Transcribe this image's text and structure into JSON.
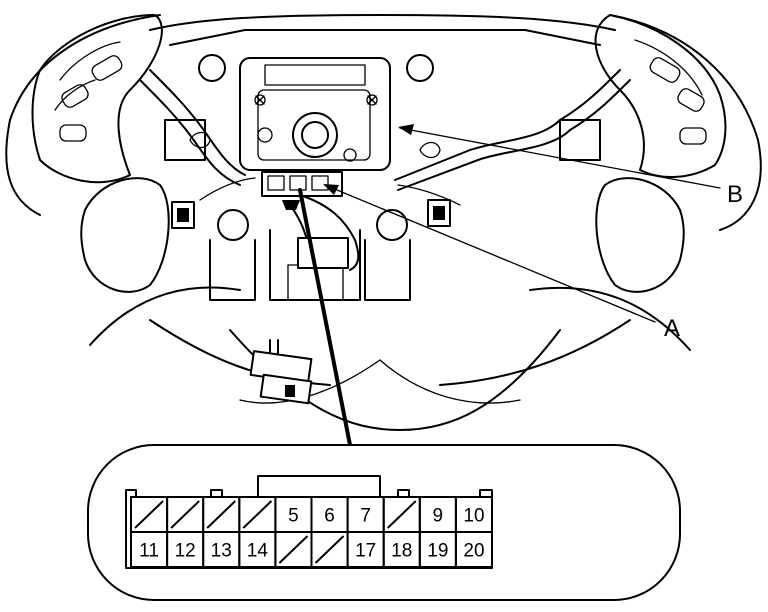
{
  "callouts": {
    "a": "A",
    "b": "B"
  },
  "connector": {
    "top_row": [
      "",
      "",
      "",
      "",
      "5",
      "6",
      "7",
      "",
      "9",
      "10"
    ],
    "bottom_row": [
      "11",
      "12",
      "13",
      "14",
      "",
      "",
      "17",
      "18",
      "19",
      "20"
    ]
  }
}
